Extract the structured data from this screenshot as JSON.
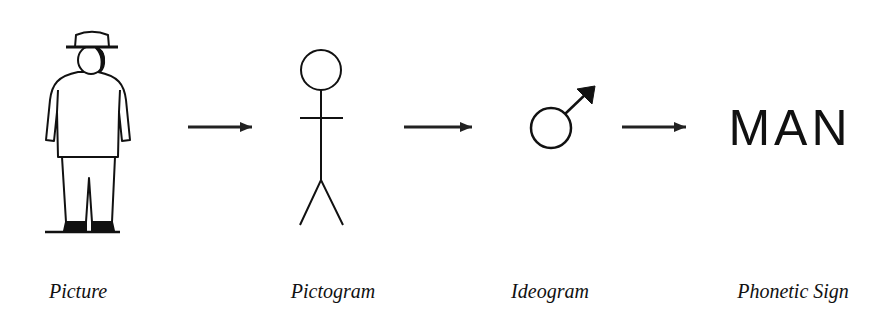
{
  "diagram": {
    "nodes": [
      {
        "text": [
          "Picture"
        ]
      },
      {
        "text": [
          "Pictogram"
        ]
      },
      {
        "text": [
          "Ideogram"
        ]
      },
      {
        "text": [
          "MAN",
          "Phonetic Sign"
        ]
      }
    ],
    "edges": [
      {
        "from": 0,
        "to": 1,
        "arrow": "to"
      },
      {
        "from": 1,
        "to": 2,
        "arrow": "to"
      },
      {
        "from": 2,
        "to": 3,
        "arrow": "to"
      }
    ]
  }
}
